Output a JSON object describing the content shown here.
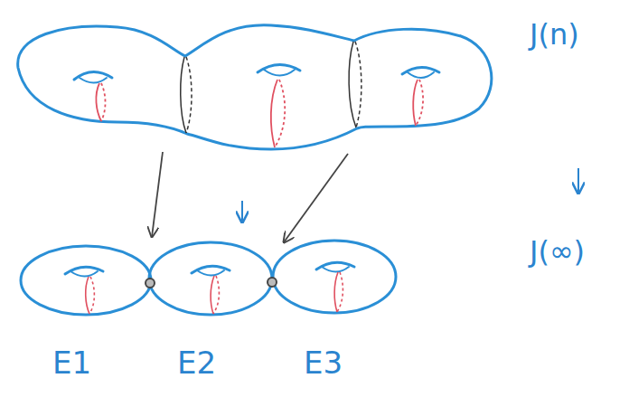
{
  "diagram": {
    "labels": [
      "J(n)",
      "J(∞)",
      "E1",
      "E2",
      "E3"
    ]
  }
}
